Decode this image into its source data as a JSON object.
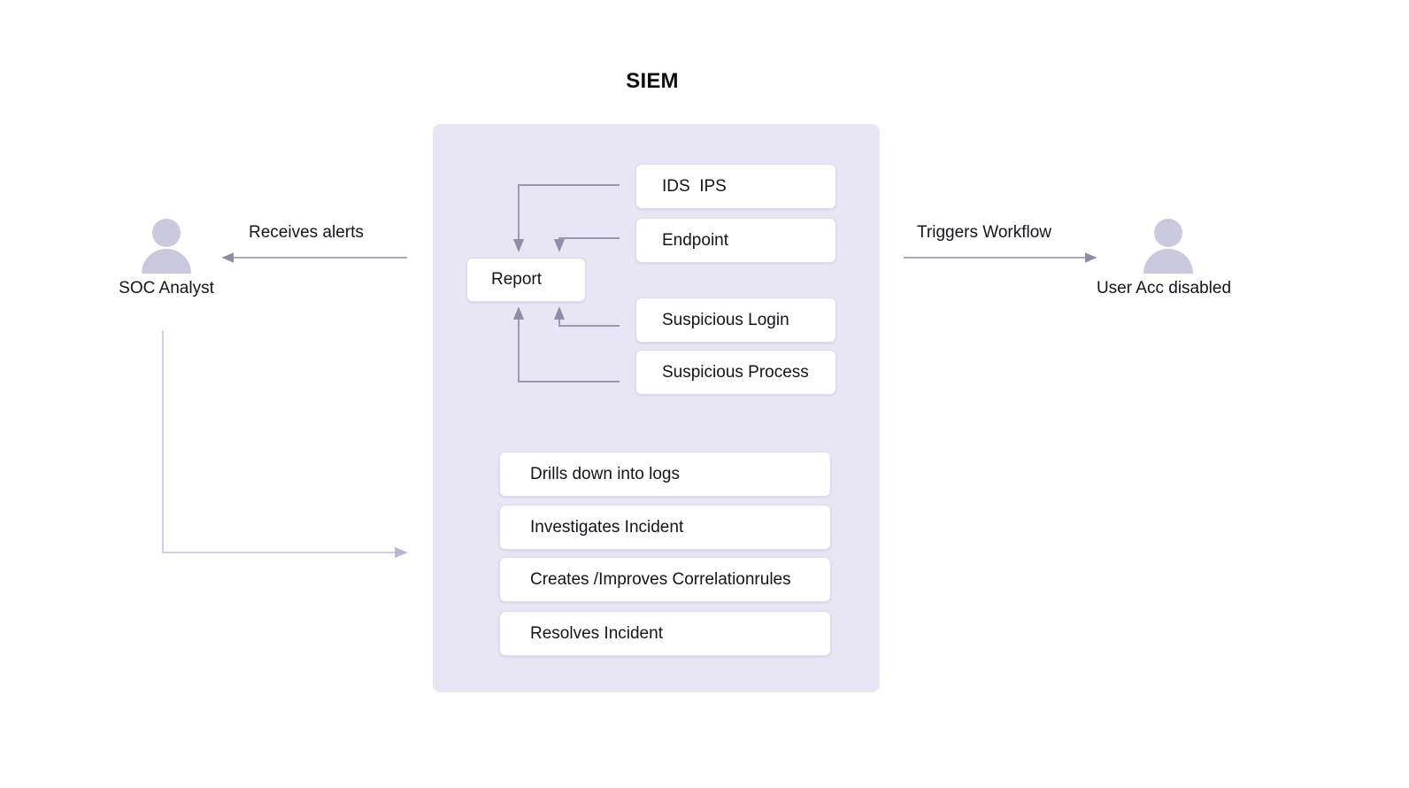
{
  "title": "SIEM",
  "container": {
    "name": "SIEM",
    "fill": "#e8e6f4"
  },
  "actors": [
    {
      "id": "soc-analyst",
      "label": "SOC Analyst",
      "icon": "person-icon",
      "icon_color": "#cbc9dd"
    },
    {
      "id": "user-acc-disabled",
      "label": "User Acc disabled",
      "icon": "person-icon",
      "icon_color": "#cbc9dd"
    }
  ],
  "edge_labels": {
    "receives_alerts": "Receives alerts",
    "triggers_workflow": "Triggers Workflow"
  },
  "report_node": {
    "label": "Report"
  },
  "sources": [
    {
      "label": "IDS  IPS"
    },
    {
      "label": "Endpoint"
    },
    {
      "label": "Suspicious Login"
    },
    {
      "label": "Suspicious Process"
    }
  ],
  "actions": [
    {
      "label": "Drills down into logs"
    },
    {
      "label": "Investigates Incident"
    },
    {
      "label": "Creates /Improves Correlationrules"
    },
    {
      "label": "Resolves Incident"
    }
  ],
  "colors": {
    "canvas": "#ffffff",
    "container_fill": "#e8e6f4",
    "box_fill": "#ffffff",
    "box_border": "#dedbeb",
    "text": "#14141a",
    "connector": "#8e8da6",
    "connector_light": "#c9c7de",
    "title": "#0d0d0d"
  }
}
